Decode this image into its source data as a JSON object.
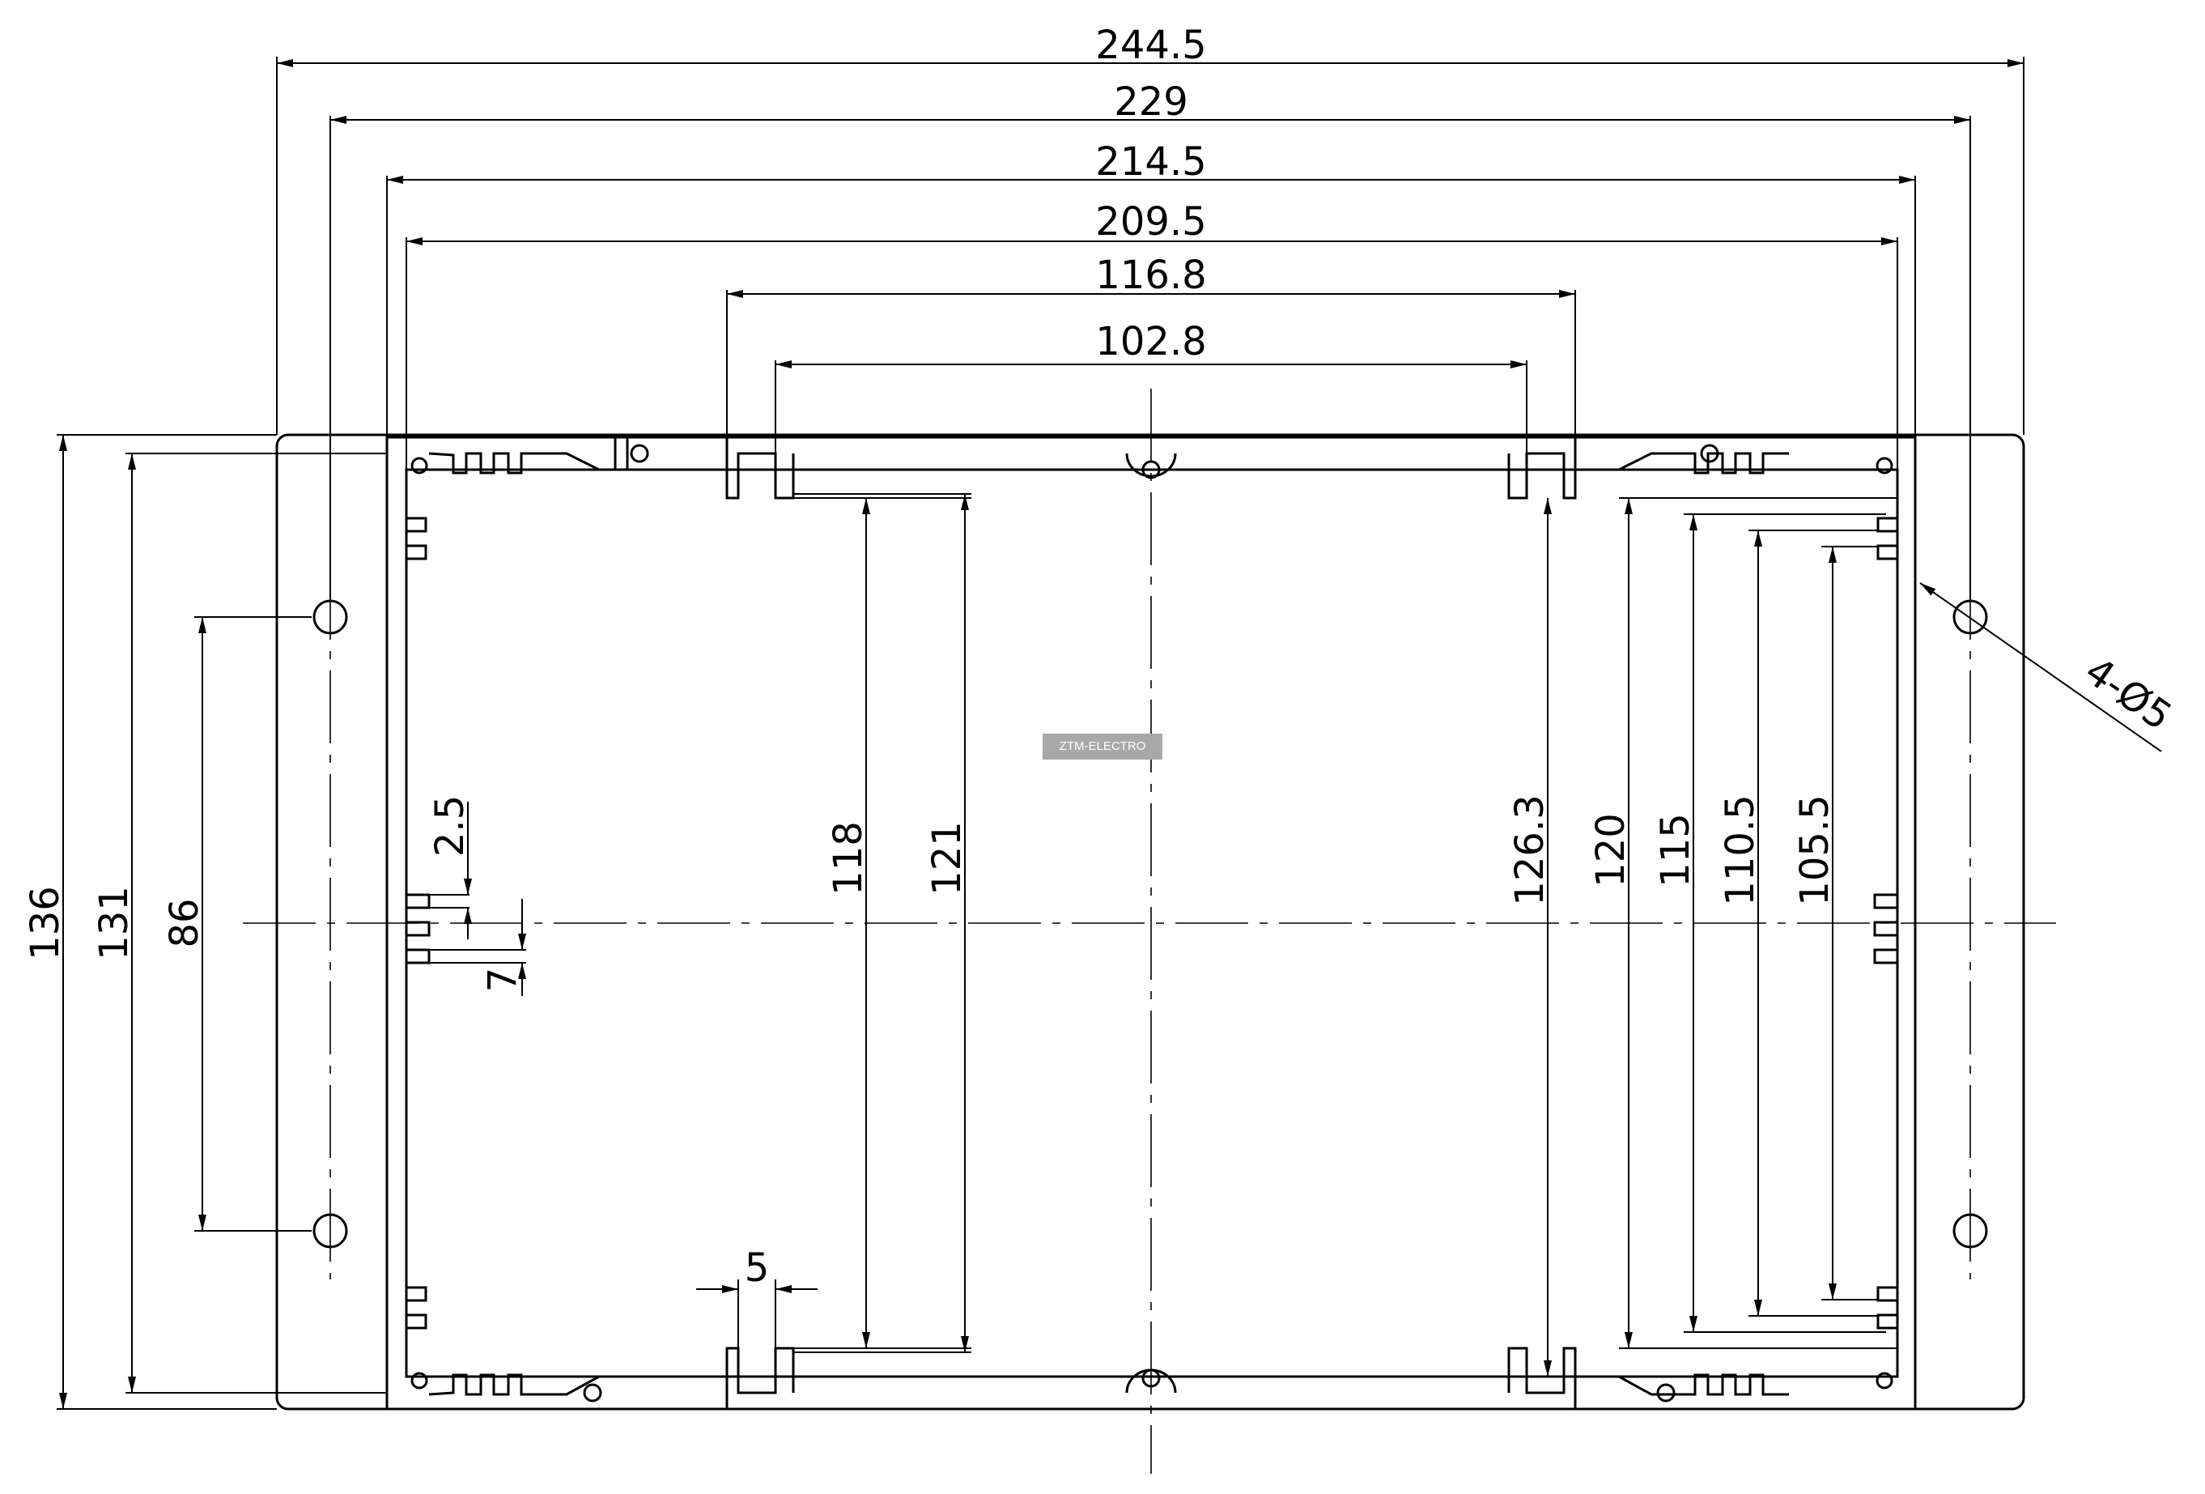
{
  "drawing": {
    "widths": [
      "244.5",
      "229",
      "214.5",
      "209.5",
      "116.8",
      "102.8"
    ],
    "heights_left": [
      "136",
      "131",
      "86"
    ],
    "heights_inner": [
      "118",
      "121",
      "126.3",
      "120",
      "115",
      "110.5",
      "105.5"
    ],
    "small": {
      "groove_depth": "2.5",
      "groove_pitch": "7",
      "slot_width": "5"
    },
    "hole_callout": "4-Ø5"
  },
  "watermark": "ZTM-ELECTRO"
}
